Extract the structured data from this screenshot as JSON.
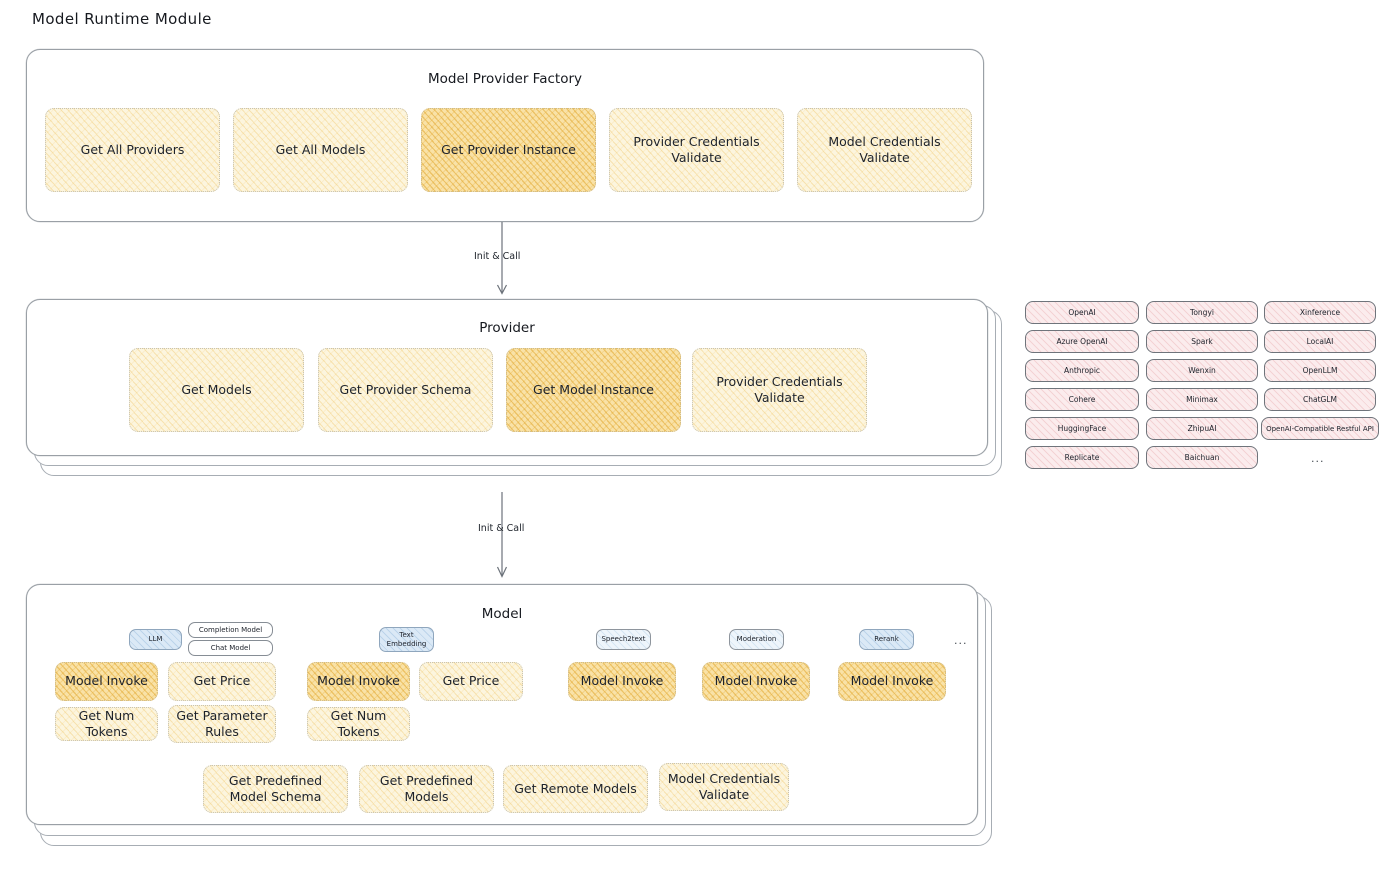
{
  "page": {
    "title": "Model Runtime Module"
  },
  "factory": {
    "title": "Model Provider Factory",
    "nodes": [
      {
        "label": "Get All Providers",
        "highlight": false
      },
      {
        "label": "Get All Models",
        "highlight": false
      },
      {
        "label": "Get Provider Instance",
        "highlight": true
      },
      {
        "label": "Provider Credentials Validate",
        "highlight": false
      },
      {
        "label": "Model Credentials Validate",
        "highlight": false
      }
    ]
  },
  "arrows": [
    {
      "label": "Init & Call"
    },
    {
      "label": "Init & Call"
    }
  ],
  "provider": {
    "title": "Provider",
    "nodes": [
      {
        "label": "Get Models",
        "highlight": false
      },
      {
        "label": "Get Provider Schema",
        "highlight": false
      },
      {
        "label": "Get Model Instance",
        "highlight": true
      },
      {
        "label": "Provider Credentials Validate",
        "highlight": false
      }
    ]
  },
  "provider_list": {
    "columns": [
      [
        "OpenAI",
        "Azure OpenAI",
        "Anthropic",
        "Cohere",
        "HuggingFace",
        "Replicate"
      ],
      [
        "Tongyi",
        "Spark",
        "Wenxin",
        "Minimax",
        "ZhipuAI",
        "Baichuan"
      ],
      [
        "Xinference",
        "LocalAI",
        "OpenLLM",
        "ChatGLM",
        "OpenAI-Compatible Restful API"
      ]
    ],
    "more": "..."
  },
  "model": {
    "title": "Model",
    "more": "...",
    "capabilities": [
      {
        "name": "LLM",
        "style": "blue",
        "subtags": [
          "Completion Model",
          "Chat Model"
        ]
      },
      {
        "name": "Text Embedding",
        "style": "blue",
        "subtags": []
      },
      {
        "name": "Speech2text",
        "style": "blue-pale",
        "subtags": []
      },
      {
        "name": "Moderation",
        "style": "blue-pale",
        "subtags": []
      },
      {
        "name": "Rerank",
        "style": "blue",
        "subtags": []
      }
    ],
    "llm_nodes": [
      {
        "label": "Model Invoke",
        "highlight": true
      },
      {
        "label": "Get Price",
        "highlight": false
      },
      {
        "label": "Get Num Tokens",
        "highlight": false
      },
      {
        "label": "Get Parameter Rules",
        "highlight": false
      }
    ],
    "embedding_nodes": [
      {
        "label": "Model Invoke",
        "highlight": true
      },
      {
        "label": "Get Price",
        "highlight": false
      },
      {
        "label": "Get Num Tokens",
        "highlight": false
      }
    ],
    "speech_nodes": [
      {
        "label": "Model Invoke",
        "highlight": true
      }
    ],
    "moderation_nodes": [
      {
        "label": "Model Invoke",
        "highlight": true
      }
    ],
    "rerank_nodes": [
      {
        "label": "Model Invoke",
        "highlight": true
      }
    ],
    "common_nodes": [
      {
        "label": "Get Predefined Model Schema",
        "highlight": false
      },
      {
        "label": "Get Predefined Models",
        "highlight": false
      },
      {
        "label": "Get Remote Models",
        "highlight": false
      },
      {
        "label": "Model Credentials Validate",
        "highlight": false
      }
    ]
  },
  "colors": {
    "amber_light": "#fcf5de",
    "amber_strong": "#f9e2a7",
    "blue_tag": "#dbe9f6",
    "pink_chip": "#fbeced",
    "panel_border": "#9aa0a6",
    "text": "#1d222b"
  }
}
